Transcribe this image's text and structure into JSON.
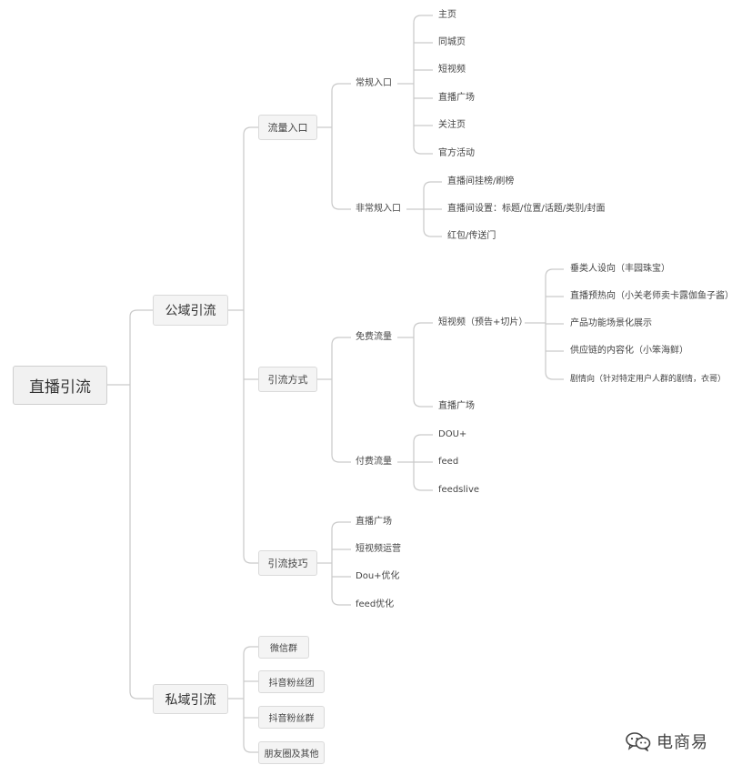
{
  "root": "直播引流",
  "public": {
    "label": "公域引流",
    "traffic_entry": {
      "label": "流量入口",
      "regular": {
        "label": "常规入口",
        "items": [
          "主页",
          "同城页",
          "短视频",
          "直播广场",
          "关注页",
          "官方活动"
        ]
      },
      "irregular": {
        "label": "非常规入口",
        "items": [
          "直播间挂榜/刷榜",
          "直播间设置：标题/位置/话题/类别/封面",
          "红包/传送门"
        ]
      }
    },
    "methods": {
      "label": "引流方式",
      "free": {
        "label": "免费流量",
        "short_video": {
          "label": "短视频（预告+切片）",
          "items": [
            "垂类人设向（丰园珠宝）",
            "直播预热向（小关老师卖卡露伽鱼子酱）",
            "产品功能场景化展示",
            "供应链的内容化（小笨海鲜）",
            "剧情向（针对特定用户人群的剧情，衣哥）"
          ]
        },
        "plaza": "直播广场"
      },
      "paid": {
        "label": "付费流量",
        "items": [
          "DOU+",
          "feed",
          "feedslive"
        ]
      }
    },
    "tips": {
      "label": "引流技巧",
      "items": [
        "直播广场",
        "短视频运营",
        "Dou+优化",
        "feed优化"
      ]
    }
  },
  "private": {
    "label": "私域引流",
    "items": [
      "微信群",
      "抖音粉丝团",
      "抖音粉丝群",
      "朋友圈及其他"
    ]
  },
  "watermark": {
    "text": "电商易",
    "icon": "wechat-icon"
  }
}
